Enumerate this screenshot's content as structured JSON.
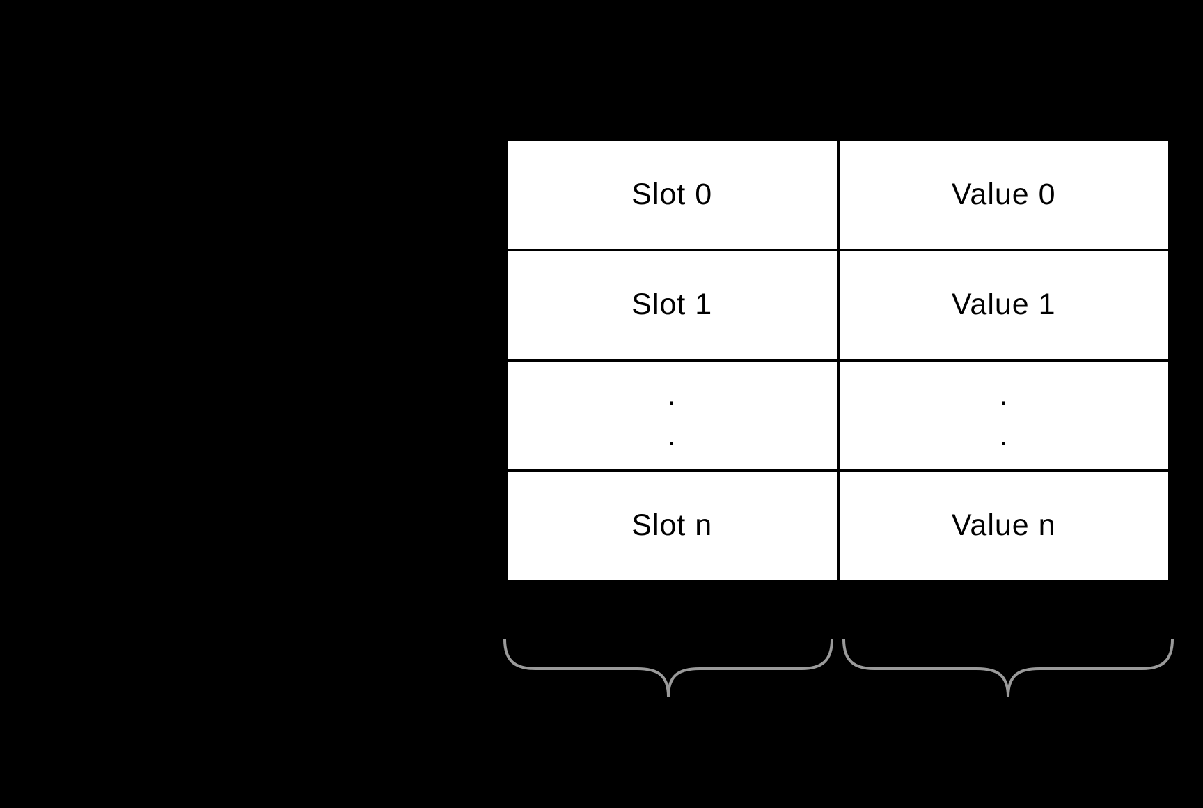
{
  "colors": {
    "background": "#000000",
    "cell_bg": "#ffffff",
    "cell_border": "#000000",
    "cell_text": "#000000",
    "brace": "#9a9a9a"
  },
  "table": {
    "rows": [
      {
        "left": "Slot 0",
        "right": "Value 0"
      },
      {
        "left": "Slot 1",
        "right": "Value 1"
      },
      {
        "left": ".",
        "right": ".",
        "ellipsis": true
      },
      {
        "left": "Slot n",
        "right": "Value n"
      }
    ]
  }
}
